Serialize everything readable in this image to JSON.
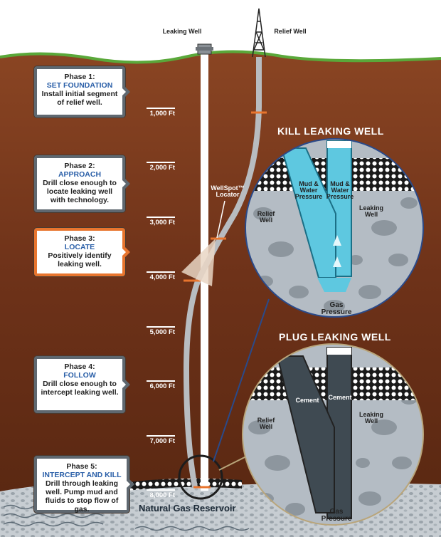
{
  "labels": {
    "leaking_well_top": "Leaking Well",
    "relief_well_top": "Relief Well",
    "wellspot_line1": "WellSpot™",
    "wellspot_line2": "Locator",
    "reservoir": "Natural Gas Reservoir"
  },
  "depths": [
    "1,000 Ft",
    "2,000 Ft",
    "3,000 Ft",
    "4,000 Ft",
    "5,000 Ft",
    "6,000 Ft",
    "7,000 Ft",
    "8,000 Ft"
  ],
  "phases": [
    {
      "title": "Phase 1:",
      "heading": "SET FOUNDATION",
      "body": "Install initial segment of relief well.",
      "active": false
    },
    {
      "title": "Phase 2:",
      "heading": "APPROACH",
      "body": "Drill close enough to locate leaking well with technology.",
      "active": false
    },
    {
      "title": "Phase 3:",
      "heading": "LOCATE",
      "body": "Positively identify leaking well.",
      "active": true
    },
    {
      "title": "Phase 4:",
      "heading": "FOLLOW",
      "body": "Drill close enough to intercept leaking well.",
      "active": false
    },
    {
      "title": "Phase 5:",
      "heading": "INTERCEPT AND KILL",
      "body": "Drill through leaking well. Pump mud and fluids to stop flow of gas.",
      "active": false
    }
  ],
  "kill": {
    "title": "KILL LEAKING WELL",
    "mud1": "Mud &",
    "mud2": "Water",
    "mud3": "Pressure",
    "relief1": "Relief",
    "relief2": "Well",
    "leaking1": "Leaking",
    "leaking2": "Well",
    "gas1": "Gas",
    "gas2": "Pressure"
  },
  "plug": {
    "title": "PLUG LEAKING WELL",
    "cement": "Cement",
    "relief1": "Relief",
    "relief2": "Well",
    "leaking1": "Leaking",
    "leaking2": "Well",
    "gas1": "Gas",
    "gas2": "Pressure"
  },
  "colors": {
    "soil_top": "#7a3b1d",
    "soil_bottom": "#5e2a12",
    "accent": "#e8752e",
    "heading": "#2a5fa8",
    "fluid": "#5ec8e0",
    "cement": "#3f4a52"
  }
}
